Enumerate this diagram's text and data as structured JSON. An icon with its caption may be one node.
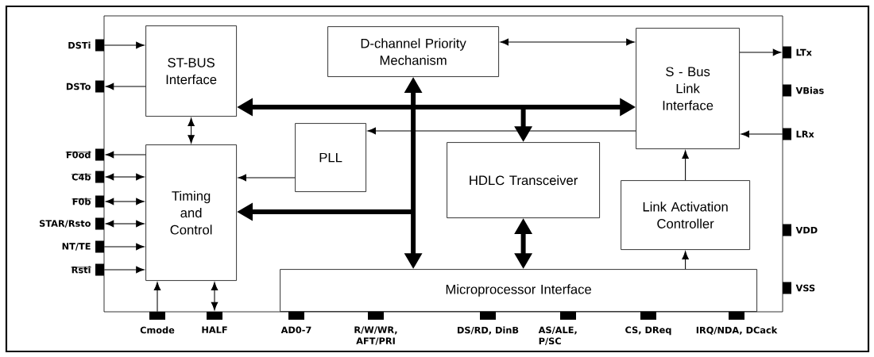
{
  "diagram": {
    "nodes": [
      {
        "text": [],
        "shape": "box"
      },
      {
        "text": [
          "ST-BUS Interface"
        ],
        "in": 0
      },
      {
        "text": [
          "D-channel Priority Mechanism"
        ],
        "in": 0
      },
      {
        "text": [
          "S - Bus Link Interface"
        ],
        "in": 0
      },
      {
        "text": [
          "PLL"
        ],
        "in": 0
      },
      {
        "text": [
          "Timing and Control"
        ],
        "in": 0
      },
      {
        "text": [
          "HDLC Transceiver"
        ],
        "in": 0
      },
      {
        "text": [
          "Link Activation Controller"
        ],
        "in": 0
      },
      {
        "text": [
          "Microprocessor Interface"
        ],
        "in": 0
      },
      {
        "text": [],
        "shape": "box",
        "beside": [
          "DSTi"
        ]
      },
      {
        "text": [],
        "shape": "box",
        "beside": [
          "DSTo"
        ]
      },
      {
        "text": [],
        "shape": "box",
        "beside": [
          "F0od"
        ]
      },
      {
        "text": [],
        "shape": "box",
        "beside": [
          "C4b"
        ]
      },
      {
        "text": [],
        "shape": "box",
        "beside": [
          "F0b"
        ]
      },
      {
        "text": [],
        "shape": "box",
        "beside": [
          "STAR/Rsto"
        ]
      },
      {
        "text": [],
        "shape": "box",
        "beside": [
          "NT/TE"
        ]
      },
      {
        "text": [],
        "shape": "box",
        "beside": [
          "Rsti"
        ]
      },
      {
        "text": [],
        "shape": "box",
        "beside": [
          "Cmode"
        ]
      },
      {
        "text": [],
        "shape": "box",
        "beside": [
          "HALF"
        ]
      },
      {
        "text": [],
        "shape": "box",
        "beside": [
          "AD0-7"
        ]
      },
      {
        "text": [],
        "shape": "box",
        "beside": [
          "R/W/WR, AFT/PRI"
        ]
      },
      {
        "text": [],
        "shape": "box",
        "beside": [
          "DS/RD, DinB"
        ]
      },
      {
        "text": [],
        "shape": "box",
        "beside": [
          "AS/ALE, P/SC"
        ]
      },
      {
        "text": [],
        "shape": "box",
        "beside": [
          "CS, DReq"
        ]
      },
      {
        "text": [],
        "shape": "box",
        "beside": [
          "IRQ/NDA, DCack"
        ]
      },
      {
        "text": [],
        "shape": "box",
        "beside": [
          "LTx"
        ]
      },
      {
        "text": [],
        "shape": "box",
        "beside": [
          "VBias"
        ]
      },
      {
        "text": [],
        "shape": "box",
        "beside": [
          "LRx"
        ]
      },
      {
        "text": [],
        "shape": "box",
        "beside": [
          "VDD"
        ]
      },
      {
        "text": [],
        "shape": "box",
        "beside": [
          "VSS"
        ]
      }
    ],
    "edges": [
      {
        "from": 9,
        "to": 1,
        "arrow": "to"
      },
      {
        "from": 1,
        "to": 10,
        "arrow": "to"
      },
      {
        "from": 5,
        "to": 11,
        "arrow": "to"
      },
      {
        "from": 12,
        "to": 5,
        "arrow": "both"
      },
      {
        "from": 13,
        "to": 5,
        "arrow": "both"
      },
      {
        "from": 14,
        "to": 5,
        "arrow": "both"
      },
      {
        "from": 15,
        "to": 5,
        "arrow": "to"
      },
      {
        "from": 16,
        "to": 5,
        "arrow": "to"
      },
      {
        "from": 17,
        "to": 5,
        "arrow": "to"
      },
      {
        "from": 18,
        "to": 5,
        "arrow": "both"
      },
      {
        "from": 1,
        "to": 5,
        "arrow": "both"
      },
      {
        "from": 2,
        "to": 3,
        "arrow": "both"
      },
      {
        "from": 3,
        "to": 25,
        "arrow": "to"
      },
      {
        "from": 27,
        "to": 3,
        "arrow": "to"
      },
      {
        "from": 3,
        "to": 4,
        "arrow": "to"
      },
      {
        "from": 4,
        "to": 5,
        "arrow": "to"
      },
      {
        "from": 7,
        "to": 3,
        "arrow": "to"
      },
      {
        "from": 8,
        "to": 7,
        "arrow": "to"
      },
      {
        "from": 1,
        "to": 3,
        "arrow": "both",
        "style": "thick"
      },
      {
        "from": 2,
        "to": 8,
        "arrow": "both",
        "style": "thick"
      },
      {
        "from": null,
        "to": 5,
        "arrow": "to",
        "style": "thick"
      },
      {
        "from": null,
        "to": 6,
        "arrow": "to",
        "style": "thick"
      },
      {
        "from": 6,
        "to": 8,
        "arrow": "both",
        "style": "thick"
      }
    ]
  }
}
